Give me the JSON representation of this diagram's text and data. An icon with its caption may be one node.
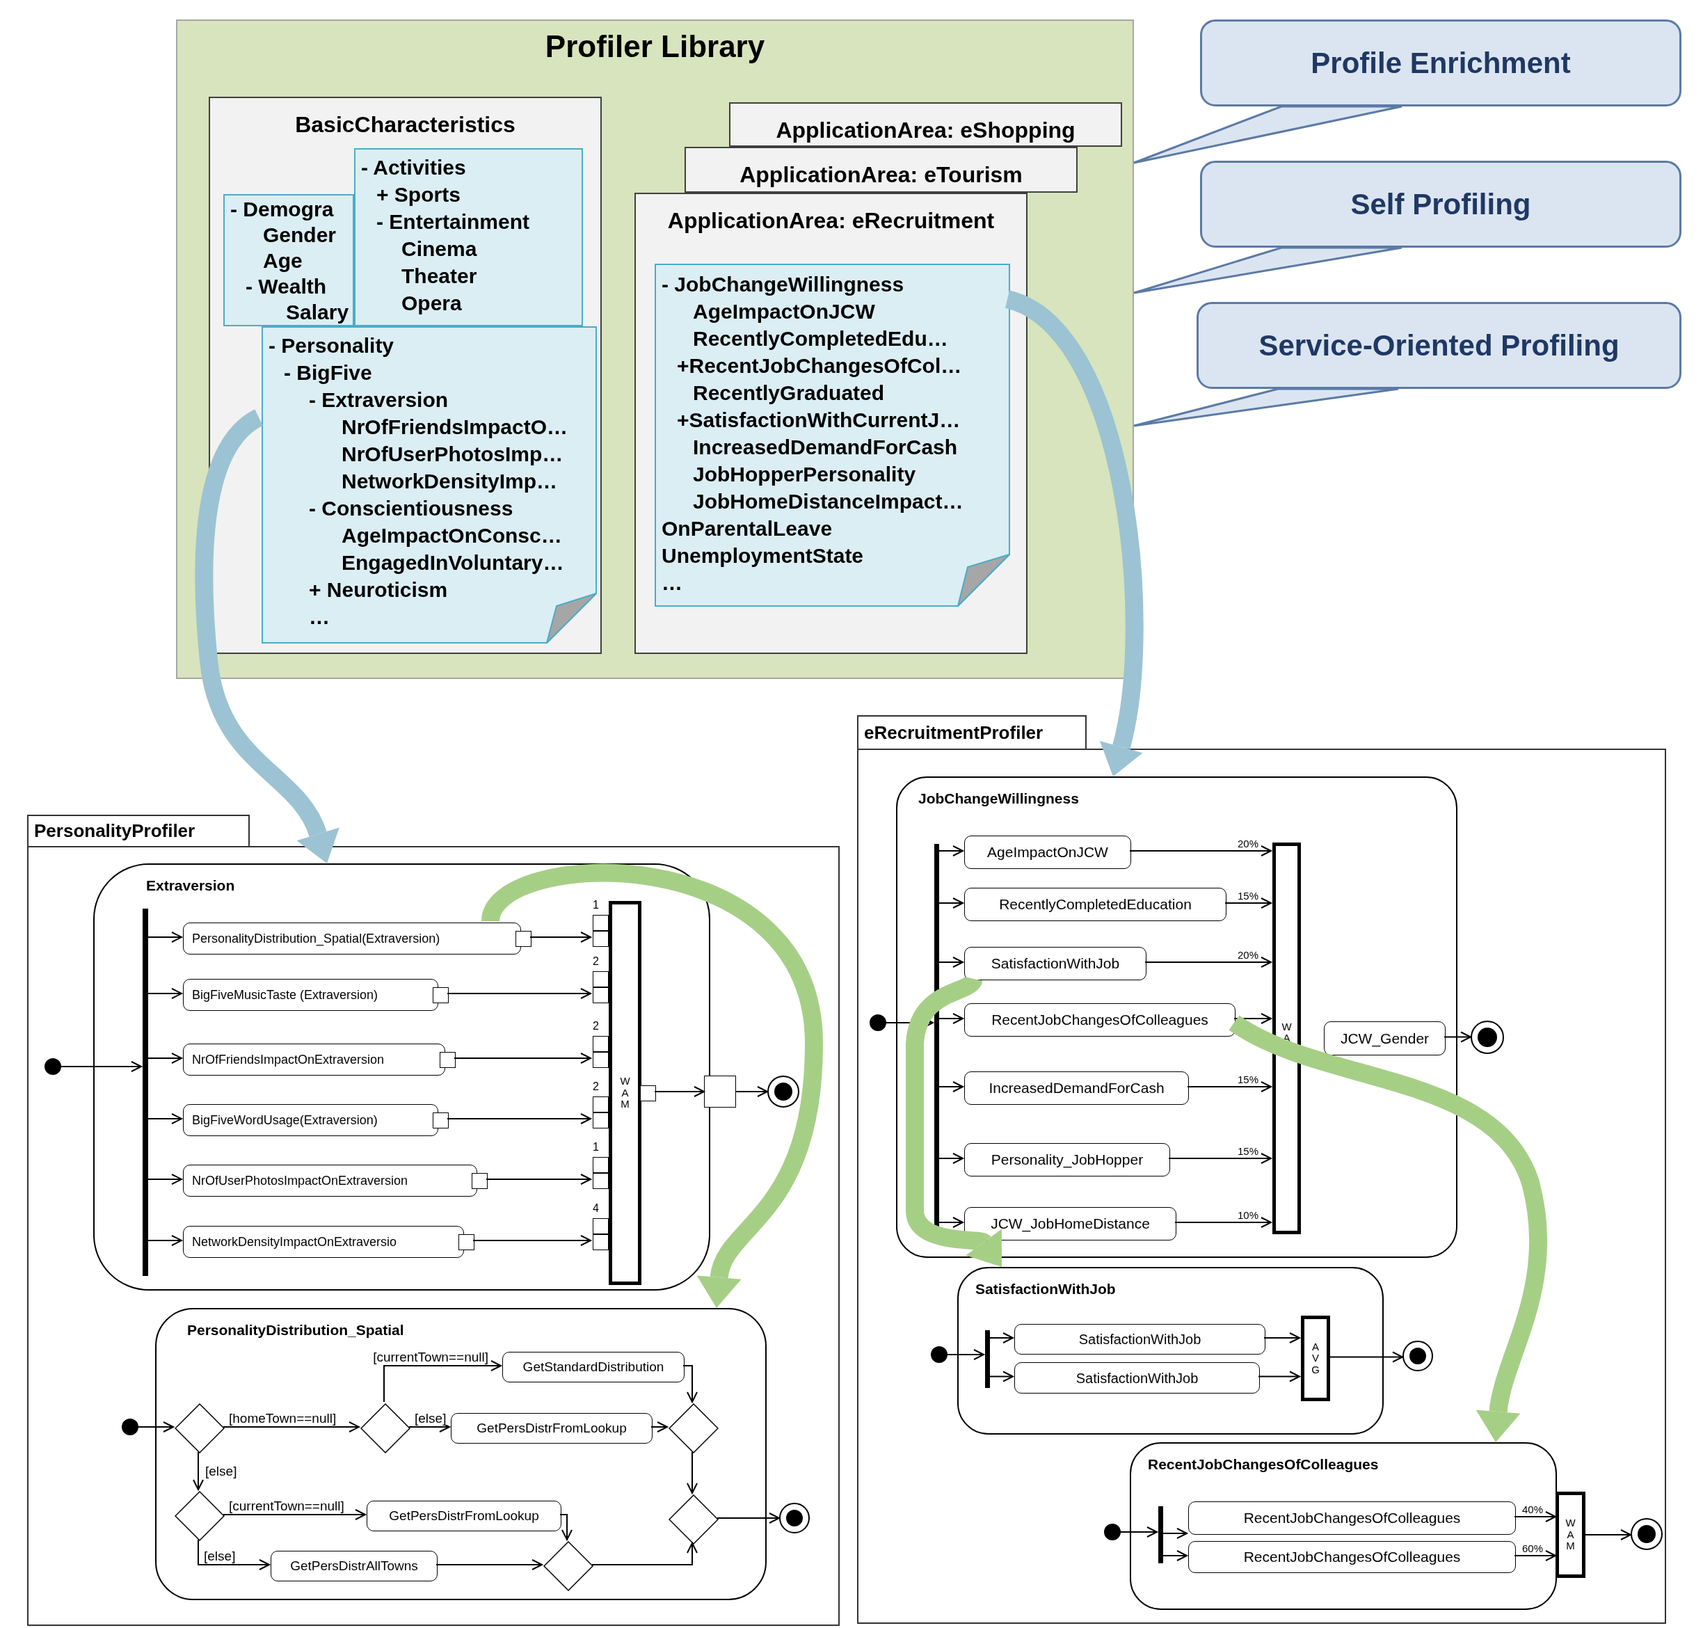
{
  "diagram": {
    "nodes": [
      {
        "text": [
          "Profiler Library"
        ]
      },
      {
        "text": [
          "BasicCharacteristics"
        ],
        "in": 0
      },
      {
        "text": [
          "- Demogra",
          "Gender",
          "Age",
          "- Wealth",
          "Salary"
        ],
        "in": 1
      },
      {
        "text": [
          "- Activities",
          "+ Sports",
          "- Entertainment",
          "Cinema",
          "Theater",
          "Opera"
        ],
        "in": 1
      },
      {
        "text": [
          "- Personality",
          "- BigFive",
          "- Extraversion",
          "NrOfFriendsImpactO…",
          "NrOfUserPhotosImp…",
          "NetworkDensityImp…",
          "- Conscientiousness",
          "AgeImpactOnConsc…",
          "EngagedInVoluntary…",
          "+ Neuroticism",
          "…"
        ],
        "in": 1
      },
      {
        "text": [
          "ApplicationArea: eShopping"
        ],
        "in": 0
      },
      {
        "text": [
          "ApplicationArea: eTourism"
        ],
        "in": 0
      },
      {
        "text": [
          "ApplicationArea: eRecruitment"
        ],
        "in": 0
      },
      {
        "text": [
          "- JobChangeWillingness",
          "AgeImpactOnJCW",
          "RecentlyCompletedEdu…",
          "+RecentJobChangesOfCol…",
          "RecentlyGraduated",
          "+SatisfactionWithCurrentJ…",
          "IncreasedDemandForCash",
          "JobHopperPersonality",
          "JobHomeDistanceImpact…",
          "OnParentalLeave",
          "UnemploymentState",
          "…"
        ],
        "in": 7
      },
      {
        "text": [
          "Profile Enrichment"
        ]
      },
      {
        "text": [
          "Self Profiling"
        ]
      },
      {
        "text": [
          "Service-Oriented Profiling"
        ]
      },
      {
        "text": [
          "PersonalityProfiler"
        ]
      },
      {
        "text": [
          "Extraversion"
        ],
        "in": 12
      },
      {
        "text": [],
        "shape": "circle",
        "in": 12
      },
      {
        "text": [],
        "shape": "bar",
        "in": 13
      },
      {
        "text": [
          "PersonalityDistribution_Spatial(Extraversion)"
        ],
        "in": 13
      },
      {
        "text": [
          "BigFiveMusicTaste (Extraversion)"
        ],
        "in": 13
      },
      {
        "text": [
          "NrOfFriendsImpactOnExtraversion"
        ],
        "in": 13
      },
      {
        "text": [
          "BigFiveWordUsage(Extraversion)"
        ],
        "in": 13
      },
      {
        "text": [
          "NrOfUserPhotosImpactOnExtraversion"
        ],
        "in": 13
      },
      {
        "text": [
          "NetworkDensityImpactOnExtraversio"
        ],
        "in": 13
      },
      {
        "text": [
          "WAM"
        ],
        "in": 13,
        "beside": [
          "1",
          "2",
          "2",
          "2",
          "1",
          "4"
        ]
      },
      {
        "text": [],
        "shape": "box",
        "in": 12
      },
      {
        "text": [],
        "shape": "circle",
        "in": 12
      },
      {
        "text": [
          "PersonalityDistribution_Spatial"
        ],
        "in": 12
      },
      {
        "text": [],
        "shape": "circle",
        "in": 12
      },
      {
        "text": [],
        "shape": "diamond",
        "in": 25
      },
      {
        "text": [],
        "shape": "diamond",
        "in": 25
      },
      {
        "text": [
          "GetStandardDistribution"
        ],
        "in": 25
      },
      {
        "text": [
          "GetPersDistrFromLookup"
        ],
        "in": 25
      },
      {
        "text": [],
        "shape": "diamond",
        "in": 25
      },
      {
        "text": [],
        "shape": "diamond",
        "in": 25
      },
      {
        "text": [
          "GetPersDistrFromLookup"
        ],
        "in": 25
      },
      {
        "text": [
          "GetPersDistrAllTowns"
        ],
        "in": 25
      },
      {
        "text": [],
        "shape": "diamond",
        "in": 25
      },
      {
        "text": [],
        "shape": "diamond",
        "in": 25
      },
      {
        "text": [],
        "shape": "circle",
        "in": 12
      },
      {
        "text": [
          "eRecruitmentProfiler"
        ]
      },
      {
        "text": [
          "JobChangeWillingness"
        ],
        "in": 38
      },
      {
        "text": [],
        "shape": "circle",
        "in": 38
      },
      {
        "text": [],
        "shape": "bar",
        "in": 39
      },
      {
        "text": [
          "AgeImpactOnJCW"
        ],
        "in": 39
      },
      {
        "text": [
          "RecentlyCompletedEducation"
        ],
        "in": 39
      },
      {
        "text": [
          "SatisfactionWithJob"
        ],
        "in": 39
      },
      {
        "text": [
          "RecentJobChangesOfColleagues"
        ],
        "in": 39
      },
      {
        "text": [
          "IncreasedDemandForCash"
        ],
        "in": 39
      },
      {
        "text": [
          "Personality_JobHopper"
        ],
        "in": 39
      },
      {
        "text": [
          "JCW_JobHomeDistance"
        ],
        "in": 39
      },
      {
        "text": [
          "WAM"
        ],
        "in": 39
      },
      {
        "text": [
          "JCW_Gender"
        ],
        "in": 39
      },
      {
        "text": [],
        "shape": "circle",
        "in": 38
      },
      {
        "text": [
          "SatisfactionWithJob"
        ],
        "in": 38
      },
      {
        "text": [],
        "shape": "circle",
        "in": 38
      },
      {
        "text": [],
        "shape": "bar",
        "in": 52
      },
      {
        "text": [
          "SatisfactionWithJob"
        ],
        "in": 52
      },
      {
        "text": [
          "SatisfactionWithJob"
        ],
        "in": 52
      },
      {
        "text": [
          "AVG"
        ],
        "in": 52
      },
      {
        "text": [],
        "shape": "circle",
        "in": 38
      },
      {
        "text": [
          "RecentJobChangesOfColleagues"
        ],
        "in": 38
      },
      {
        "text": [],
        "shape": "circle",
        "in": 38
      },
      {
        "text": [],
        "shape": "bar",
        "in": 59
      },
      {
        "text": [
          "RecentJobChangesOfColleagues"
        ],
        "in": 59
      },
      {
        "text": [
          "RecentJobChangesOfColleagues"
        ],
        "in": 59
      },
      {
        "text": [
          "WAM"
        ],
        "in": 38
      },
      {
        "text": [],
        "shape": "circle",
        "in": 38
      }
    ],
    "edges": [
      {
        "from": 9,
        "to": 0,
        "arrow": "none"
      },
      {
        "from": 10,
        "to": 0,
        "arrow": "none"
      },
      {
        "from": 11,
        "to": 0,
        "arrow": "none"
      },
      {
        "from": 4,
        "to": 13,
        "arrow": "to",
        "style": "thick",
        "color": "#9cc3d3"
      },
      {
        "from": 8,
        "to": 39,
        "arrow": "to",
        "style": "thick",
        "color": "#9cc3d3"
      },
      {
        "from": 14,
        "to": 15,
        "arrow": "to"
      },
      {
        "from": 15,
        "to": 16,
        "arrow": "to"
      },
      {
        "from": 15,
        "to": 17,
        "arrow": "to"
      },
      {
        "from": 15,
        "to": 18,
        "arrow": "to"
      },
      {
        "from": 15,
        "to": 19,
        "arrow": "to"
      },
      {
        "from": 15,
        "to": 20,
        "arrow": "to"
      },
      {
        "from": 15,
        "to": 21,
        "arrow": "to"
      },
      {
        "from": 16,
        "to": 22,
        "arrow": "to"
      },
      {
        "from": 17,
        "to": 22,
        "arrow": "to"
      },
      {
        "from": 18,
        "to": 22,
        "arrow": "to"
      },
      {
        "from": 19,
        "to": 22,
        "arrow": "to"
      },
      {
        "from": 20,
        "to": 22,
        "arrow": "to"
      },
      {
        "from": 21,
        "to": 22,
        "arrow": "to"
      },
      {
        "from": 22,
        "to": 23,
        "arrow": "to"
      },
      {
        "from": 23,
        "to": 24,
        "arrow": "to"
      },
      {
        "from": 16,
        "to": 25,
        "arrow": "to",
        "style": "thick",
        "color": "#a6cf86"
      },
      {
        "from": 26,
        "to": 27,
        "arrow": "to"
      },
      {
        "from": 27,
        "to": 28,
        "arrow": "to",
        "label": "[homeTown==null]"
      },
      {
        "from": 28,
        "to": 29,
        "arrow": "to",
        "label": "[currentTown==null]"
      },
      {
        "from": 28,
        "to": 30,
        "arrow": "to",
        "label": "[else]"
      },
      {
        "from": 29,
        "to": 31,
        "arrow": "to"
      },
      {
        "from": 30,
        "to": 31,
        "arrow": "to"
      },
      {
        "from": 27,
        "to": 32,
        "arrow": "to",
        "label": "[else]"
      },
      {
        "from": 32,
        "to": 33,
        "arrow": "to",
        "label": "[currentTown==null]"
      },
      {
        "from": 32,
        "to": 34,
        "arrow": "to",
        "label": "[else]"
      },
      {
        "from": 33,
        "to": 35,
        "arrow": "to"
      },
      {
        "from": 34,
        "to": 35,
        "arrow": "to"
      },
      {
        "from": 31,
        "to": 36,
        "arrow": "to"
      },
      {
        "from": 35,
        "to": 36,
        "arrow": "to"
      },
      {
        "from": 36,
        "to": 37,
        "arrow": "to"
      },
      {
        "from": 40,
        "to": 41,
        "arrow": "to"
      },
      {
        "from": 41,
        "to": 42,
        "arrow": "to"
      },
      {
        "from": 41,
        "to": 43,
        "arrow": "to"
      },
      {
        "from": 41,
        "to": 44,
        "arrow": "to"
      },
      {
        "from": 41,
        "to": 45,
        "arrow": "to"
      },
      {
        "from": 41,
        "to": 46,
        "arrow": "to"
      },
      {
        "from": 41,
        "to": 47,
        "arrow": "to"
      },
      {
        "from": 41,
        "to": 48,
        "arrow": "to"
      },
      {
        "from": 42,
        "to": 49,
        "arrow": "to",
        "label": "20%"
      },
      {
        "from": 43,
        "to": 49,
        "arrow": "to",
        "label": "15%"
      },
      {
        "from": 44,
        "to": 49,
        "arrow": "to",
        "label": "20%"
      },
      {
        "from": 45,
        "to": 49,
        "arrow": "to"
      },
      {
        "from": 46,
        "to": 49,
        "arrow": "to",
        "label": "15%"
      },
      {
        "from": 47,
        "to": 49,
        "arrow": "to",
        "label": "15%"
      },
      {
        "from": 48,
        "to": 49,
        "arrow": "to",
        "label": "10%"
      },
      {
        "from": 50,
        "to": 51,
        "arrow": "to"
      },
      {
        "from": 44,
        "to": 52,
        "arrow": "to",
        "style": "thick",
        "color": "#a6cf86"
      },
      {
        "from": 45,
        "to": 59,
        "arrow": "to",
        "style": "thick",
        "color": "#a6cf86"
      },
      {
        "from": 53,
        "to": 54,
        "arrow": "to"
      },
      {
        "from": 54,
        "to": 55,
        "arrow": "to"
      },
      {
        "from": 54,
        "to": 56,
        "arrow": "to"
      },
      {
        "from": 55,
        "to": 57,
        "arrow": "to"
      },
      {
        "from": 56,
        "to": 57,
        "arrow": "to"
      },
      {
        "from": 57,
        "to": 58,
        "arrow": "to"
      },
      {
        "from": 60,
        "to": 61,
        "arrow": "to"
      },
      {
        "from": 61,
        "to": 62,
        "arrow": "to"
      },
      {
        "from": 61,
        "to": 63,
        "arrow": "to"
      },
      {
        "from": 62,
        "to": 64,
        "arrow": "to",
        "label": "40%"
      },
      {
        "from": 63,
        "to": 64,
        "arrow": "to",
        "label": "60%"
      },
      {
        "from": 64,
        "to": 65,
        "arrow": "to"
      }
    ]
  }
}
